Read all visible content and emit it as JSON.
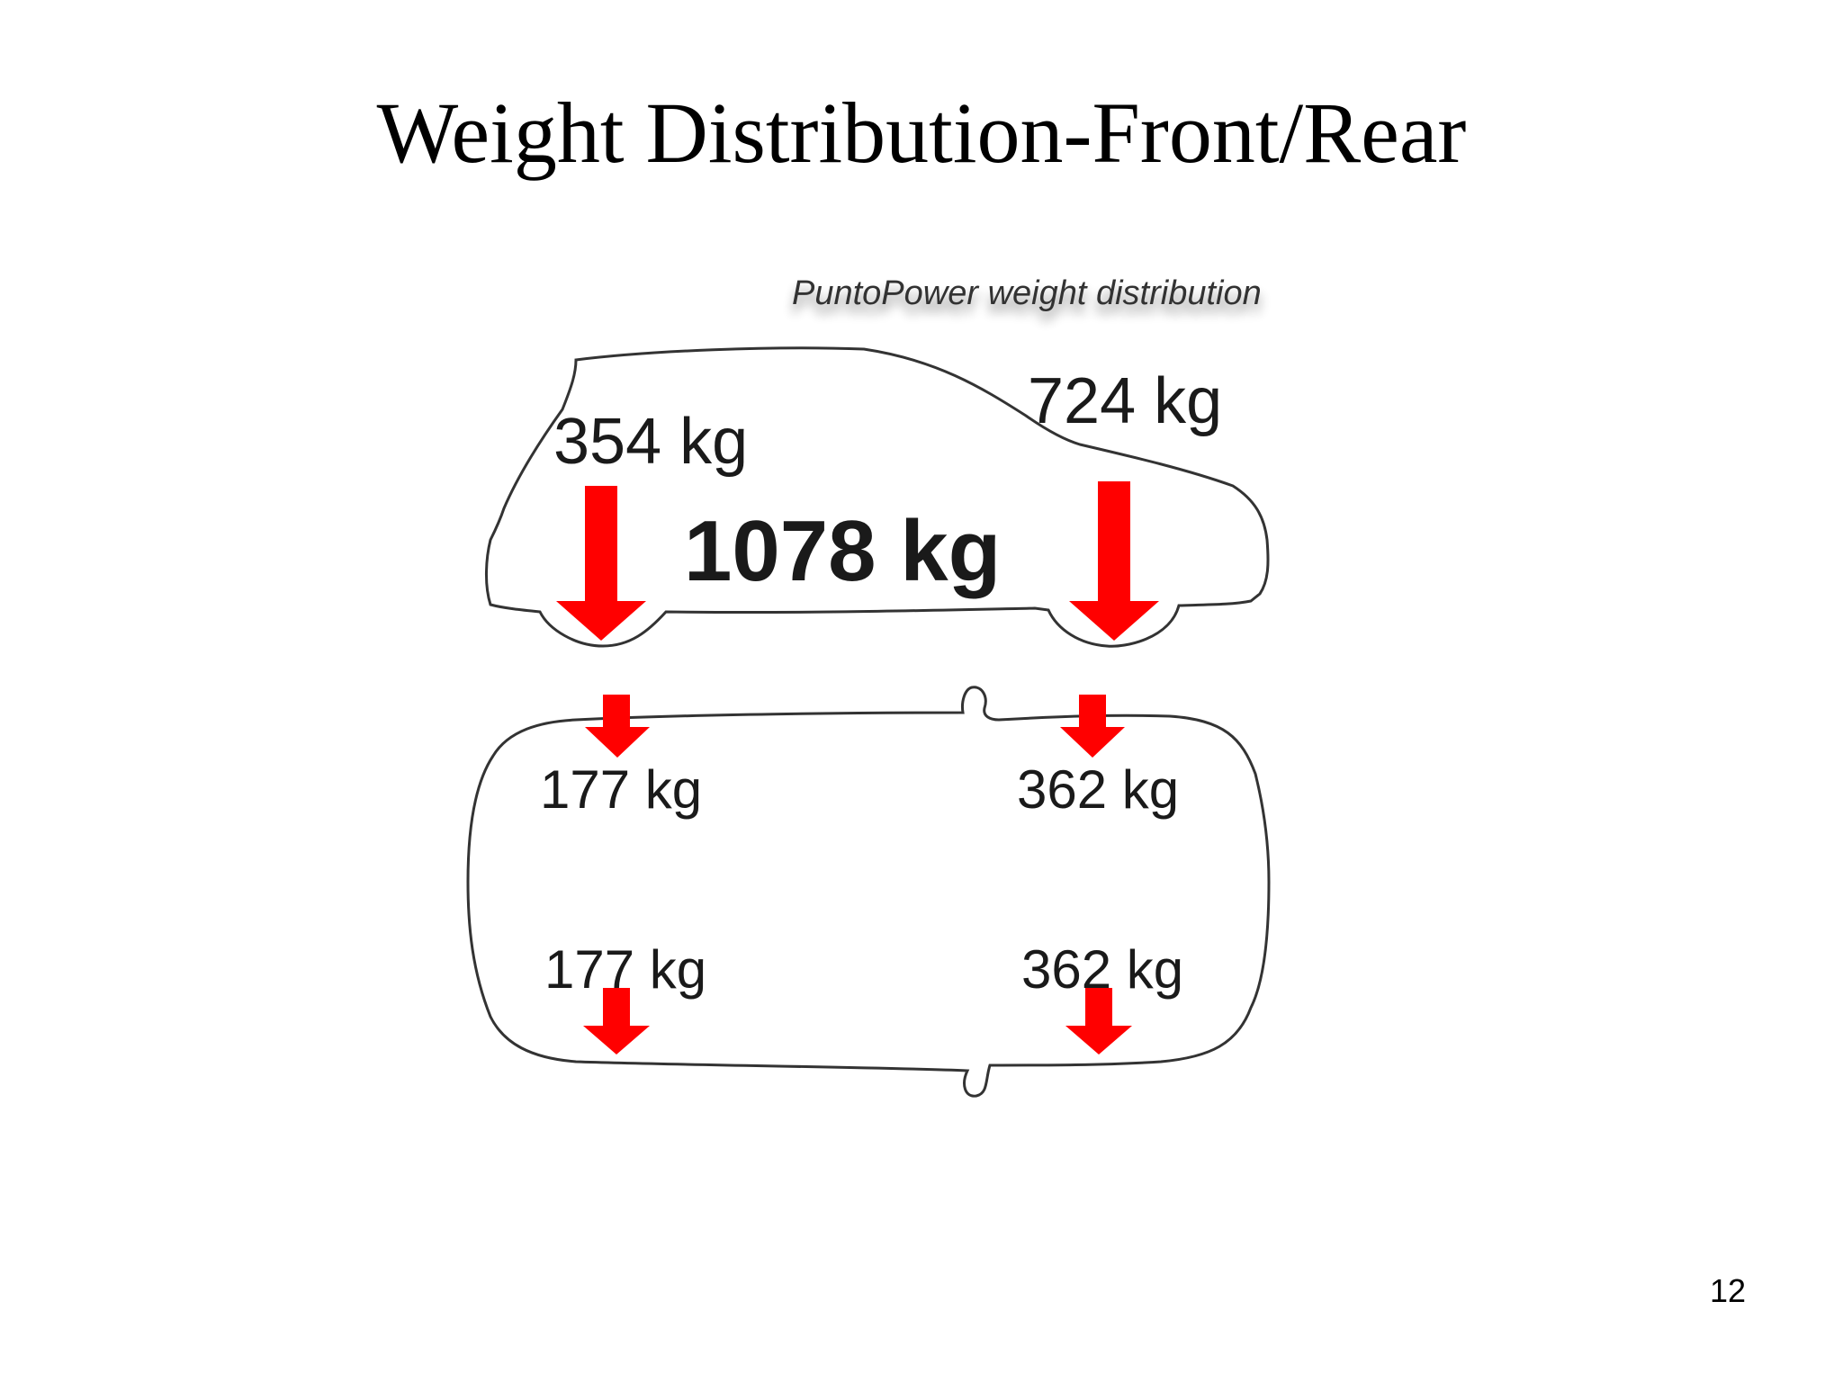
{
  "slide": {
    "title": "Weight Distribution-Front/Rear",
    "page_number": "12"
  },
  "figure": {
    "caption": "PuntoPower weight distribution",
    "side_view": {
      "front_axle_label": "354 kg",
      "rear_axle_label": "724 kg",
      "total_label": "1078 kg"
    },
    "top_view": {
      "front_left_label": "177 kg",
      "rear_left_label": "362 kg",
      "front_right_label": "177 kg",
      "rear_right_label": "362 kg"
    },
    "arrow_color": "#ff0000",
    "outline_color": "#333333"
  }
}
